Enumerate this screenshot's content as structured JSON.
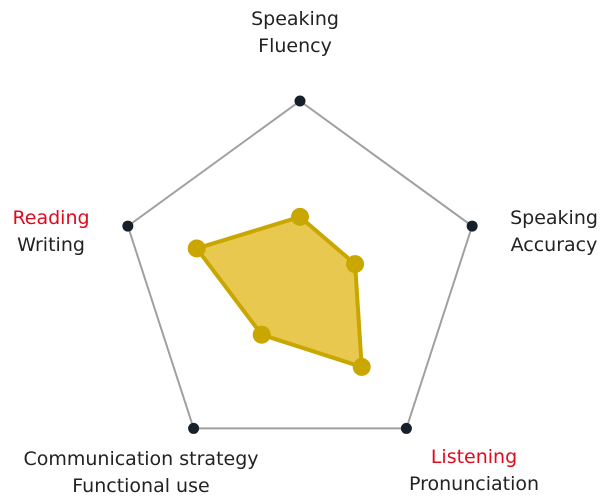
{
  "chart_data": {
    "type": "radar",
    "range": [
      0,
      5
    ],
    "axes": [
      {
        "lines": [
          {
            "text": "Speaking",
            "color": "#222222"
          },
          {
            "text": "Fluency",
            "color": "#222222"
          }
        ]
      },
      {
        "lines": [
          {
            "text": "Speaking",
            "color": "#222222"
          },
          {
            "text": "Accuracy",
            "color": "#222222"
          }
        ]
      },
      {
        "lines": [
          {
            "text": "Listening",
            "color": "#e00a1e"
          },
          {
            "text": "Pronunciation",
            "color": "#222222"
          }
        ]
      },
      {
        "lines": [
          {
            "text": "Communication strategy",
            "color": "#222222"
          },
          {
            "text": "Functional use",
            "color": "#222222"
          }
        ]
      },
      {
        "lines": [
          {
            "text": "Reading",
            "color": "#e00a1e"
          },
          {
            "text": "Writing",
            "color": "#222222"
          }
        ]
      }
    ],
    "values": [
      1.8,
      1.6,
      2.9,
      1.8,
      3.0
    ],
    "grid": true,
    "colors": {
      "fill": "#e8c84e",
      "stroke": "#c9a600",
      "points": "#c9a600",
      "frame": "#a0a0a0",
      "vertex": "#16202a",
      "highlight": "#e00a1e",
      "text": "#222222"
    }
  }
}
